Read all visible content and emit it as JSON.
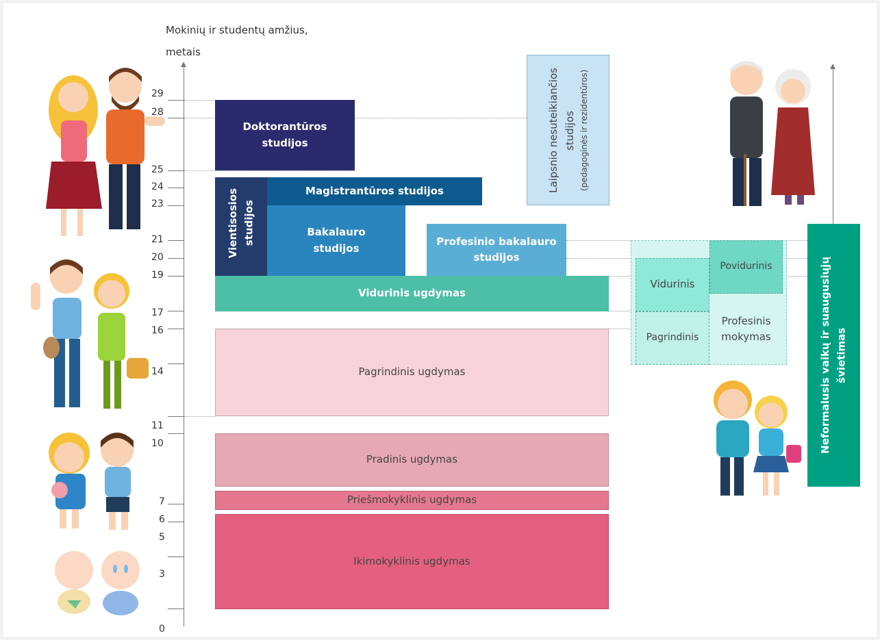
{
  "axis": {
    "title_line1": "Mokinių ir studentų amžius,",
    "title_line2": "metais",
    "ticks": [
      "29",
      "28",
      "25",
      "24",
      "23",
      "21",
      "20",
      "19",
      "17",
      "16",
      "14",
      "11",
      "10",
      "7",
      "6",
      "5",
      "3",
      "0"
    ]
  },
  "blocks": {
    "doktorantura": [
      "Doktorantūros",
      "studijos"
    ],
    "magistrantura": "Magistrantūros  studijos",
    "vientisosios": [
      "Vientisosios",
      "studijos"
    ],
    "bakalauro": [
      "Bakalauro",
      "studijos"
    ],
    "profesinio_bakalauro": [
      "Profesinio bakalauro",
      "studijos"
    ],
    "laipsnio": [
      "Laipsnio nesuteikiančios",
      "studijos",
      "(pedagoginės ir rezidentūros)"
    ],
    "vidurinis_ugdymas": "Vidurinis ugdymas",
    "pagrindinis_ugdymas": "Pagrindinis ugdymas",
    "pradinis_ugdymas": "Pradinis ugdymas",
    "priesmokyklinis_ugdymas": "Priešmokyklinis ugdymas",
    "ikimokyklinis_ugdymas": "Ikimokyklinis ugdymas",
    "vocational": {
      "vidurinis": "Vidurinis",
      "povidurinis": "Povidurinis",
      "pagrindinis": "Pagrindinis",
      "profesinis": [
        "Profesinis",
        "mokymas"
      ]
    },
    "neformalusis": [
      "Neformalusis vaikų ir suaugusiųjų",
      "švietimas"
    ]
  },
  "colors": {
    "doktorantura": "#2b2a6e",
    "magistrantura": "#0d5a8f",
    "vientisosios": "#243c6c",
    "bakalauro": "#2a85bf",
    "profesinio_bakalauro": "#5aaed6",
    "laipsnio": "#c8e3f3",
    "vidurinis": "#4cbfa6",
    "pagrindinis": "#f7d3d9",
    "pradinis": "#e6a8b4",
    "priesmokyklinis": "#e5788f",
    "ikimokyklinis": "#e56080",
    "voc_vidurinis": "#8fe9d9",
    "voc_povidurinis": "#6fd8c4",
    "voc_bg": "#bff1e8",
    "neformalusis": "#00a083"
  },
  "illustrations": [
    "couple-adults-icon",
    "couple-teens-icon",
    "children-icon",
    "babies-icon",
    "elderly-couple-icon",
    "schoolchildren-icon"
  ]
}
